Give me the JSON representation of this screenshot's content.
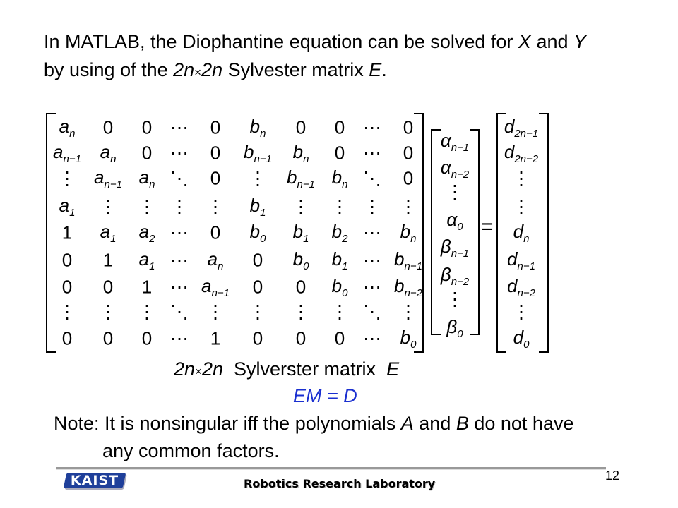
{
  "intro": {
    "line1_pre": "In MATLAB, the Diophantine equation can be solved  for ",
    "var_x": "X",
    "line1_mid": " and ",
    "var_y": "Y",
    "line2_pre": "by using of the ",
    "dim1": "2n",
    "times": "×",
    "dim2": "2n",
    "line2_mid": " Sylvester matrix ",
    "var_e": "E",
    "line2_end": "."
  },
  "matrix_e": [
    [
      [
        "a",
        "n"
      ],
      [
        "0",
        ""
      ],
      [
        "0",
        ""
      ],
      [
        "⋯",
        ""
      ],
      [
        "0",
        ""
      ],
      [
        "b",
        "n"
      ],
      [
        "0",
        ""
      ],
      [
        "0",
        ""
      ],
      [
        "⋯",
        ""
      ],
      [
        "0",
        ""
      ]
    ],
    [
      [
        "a",
        "n−1"
      ],
      [
        "a",
        "n"
      ],
      [
        "0",
        ""
      ],
      [
        "⋯",
        ""
      ],
      [
        "0",
        ""
      ],
      [
        "b",
        "n−1"
      ],
      [
        "b",
        "n"
      ],
      [
        "0",
        ""
      ],
      [
        "⋯",
        ""
      ],
      [
        "0",
        ""
      ]
    ],
    [
      [
        "⋮",
        ""
      ],
      [
        "a",
        "n−1"
      ],
      [
        "a",
        "n"
      ],
      [
        "⋱",
        ""
      ],
      [
        "0",
        ""
      ],
      [
        "⋮",
        ""
      ],
      [
        "b",
        "n−1"
      ],
      [
        "b",
        "n"
      ],
      [
        "⋱",
        ""
      ],
      [
        "0",
        ""
      ]
    ],
    [
      [
        "a",
        "1"
      ],
      [
        "⋮",
        ""
      ],
      [
        "⋮",
        ""
      ],
      [
        "⋮",
        ""
      ],
      [
        "⋮",
        ""
      ],
      [
        "b",
        "1"
      ],
      [
        "⋮",
        ""
      ],
      [
        "⋮",
        ""
      ],
      [
        "⋮",
        ""
      ],
      [
        "⋮",
        ""
      ]
    ],
    [
      [
        "1",
        ""
      ],
      [
        "a",
        "1"
      ],
      [
        "a",
        "2"
      ],
      [
        "⋯",
        ""
      ],
      [
        "0",
        ""
      ],
      [
        "b",
        "0"
      ],
      [
        "b",
        "1"
      ],
      [
        "b",
        "2"
      ],
      [
        "⋯",
        ""
      ],
      [
        "b",
        "n"
      ]
    ],
    [
      [
        "0",
        ""
      ],
      [
        "1",
        ""
      ],
      [
        "a",
        "1"
      ],
      [
        "⋯",
        ""
      ],
      [
        "a",
        "n"
      ],
      [
        "0",
        ""
      ],
      [
        "b",
        "0"
      ],
      [
        "b",
        "1"
      ],
      [
        "⋯",
        ""
      ],
      [
        "b",
        "n−1"
      ]
    ],
    [
      [
        "0",
        ""
      ],
      [
        "0",
        ""
      ],
      [
        "1",
        ""
      ],
      [
        "⋯",
        ""
      ],
      [
        "a",
        "n−1"
      ],
      [
        "0",
        ""
      ],
      [
        "0",
        ""
      ],
      [
        "b",
        "0"
      ],
      [
        "⋯",
        ""
      ],
      [
        "b",
        "n−2"
      ]
    ],
    [
      [
        "⋮",
        ""
      ],
      [
        "⋮",
        ""
      ],
      [
        "⋮",
        ""
      ],
      [
        "⋱",
        ""
      ],
      [
        "⋮",
        ""
      ],
      [
        "⋮",
        ""
      ],
      [
        "⋮",
        ""
      ],
      [
        "⋮",
        ""
      ],
      [
        "⋱",
        ""
      ],
      [
        "⋮",
        ""
      ]
    ],
    [
      [
        "0",
        ""
      ],
      [
        "0",
        ""
      ],
      [
        "0",
        ""
      ],
      [
        "⋯",
        ""
      ],
      [
        "1",
        ""
      ],
      [
        "0",
        ""
      ],
      [
        "0",
        ""
      ],
      [
        "0",
        ""
      ],
      [
        "⋯",
        ""
      ],
      [
        "b",
        "0"
      ]
    ]
  ],
  "vector_m": [
    [
      "α",
      "n−1"
    ],
    [
      "α",
      "n−2"
    ],
    [
      "⋮",
      ""
    ],
    [
      "α",
      "0"
    ],
    [
      "β",
      "n−1"
    ],
    [
      "β",
      "n−2"
    ],
    [
      "⋮",
      ""
    ],
    [
      "β",
      "0"
    ]
  ],
  "vector_d": [
    [
      "d",
      "2n−1"
    ],
    [
      "d",
      "2n−2"
    ],
    [
      "⋮",
      ""
    ],
    [
      "⋮",
      ""
    ],
    [
      "d",
      "n"
    ],
    [
      "d",
      "n−1"
    ],
    [
      "d",
      "n−2"
    ],
    [
      "⋮",
      ""
    ],
    [
      "d",
      "0"
    ]
  ],
  "equals": "=",
  "caption": {
    "dim1": "2n",
    "times": "×",
    "dim2": "2n",
    "text": "  Sylverster matrix  ",
    "var": "E"
  },
  "equation": "EM = D",
  "note": {
    "line1_pre": "Note: It is nonsingular iff the polynomials ",
    "var_a": "A",
    "line1_mid": " and ",
    "var_b": "B",
    "line1_end": " do not have",
    "line2": "any common factors."
  },
  "footer": {
    "logo": "KAIST",
    "lab": "Robotics Research Laboratory",
    "page": "12"
  },
  "colors": {
    "equation": "#1a2fd0",
    "logo": "#1f3f9a",
    "rule": "#999999"
  }
}
